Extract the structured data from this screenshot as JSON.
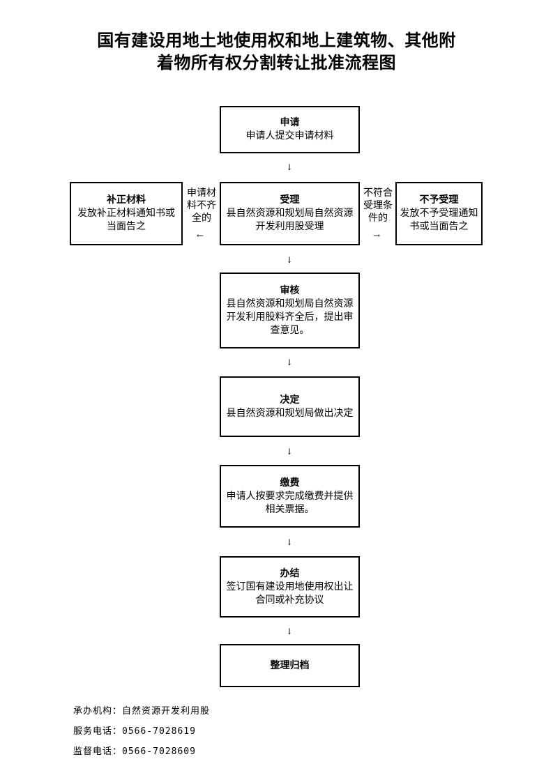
{
  "title": {
    "line1": "国有建设用地土地使用权和地上建筑物、其他附",
    "line2": "着物所有权分割转让批准流程图"
  },
  "steps": {
    "apply": {
      "title": "申请",
      "desc": "申请人提交申请材料"
    },
    "accept": {
      "title": "受理",
      "desc": "县自然资源和规划局自然资源开发利用股受理"
    },
    "supplement": {
      "title": "补正材料",
      "desc": "发放补正材料通知书或当面告之"
    },
    "reject": {
      "title": "不予受理",
      "desc": "发放不予受理通知书或当面告之"
    },
    "review": {
      "title": "审核",
      "desc": "县自然资源和规划局自然资源开发利用股料齐全后，提出审查意见。"
    },
    "decide": {
      "title": "决定",
      "desc": "县自然资源和规划局做出决定"
    },
    "fee": {
      "title": "缴费",
      "desc": "申请人按要求完成缴费并提供相关票据。"
    },
    "finish": {
      "title": "办结",
      "desc": "签订国有建设用地使用权出让合同或补充协议"
    },
    "archive": {
      "title": "整理归档"
    }
  },
  "branches": {
    "left_label": "申请材料不齐全的",
    "right_label": "不符合受理条件的"
  },
  "arrows": {
    "down": "↓",
    "left": "←",
    "right": "→"
  },
  "footer": {
    "org": "承办机构：自然资源开发利用股",
    "service_phone": "服务电话：0566-7028619",
    "supervise_phone": "监督电话：0566-7028609"
  }
}
